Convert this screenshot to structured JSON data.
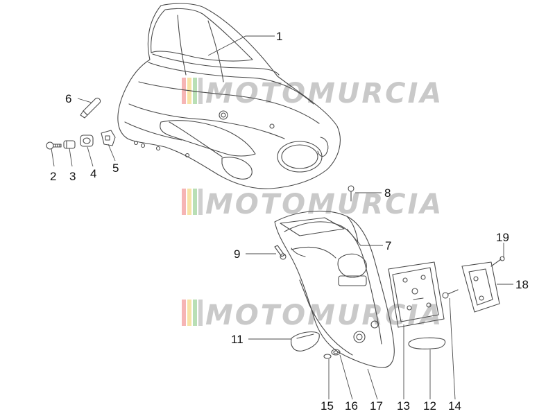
{
  "watermark": {
    "text": "MOTOMURCIA",
    "text_color": "#c9c9c9",
    "stripe_colors": [
      "#f6b5b5",
      "#f7e3a6",
      "#b9dfb5",
      "#cfcfcf"
    ]
  },
  "line_color": "#4a4a4a",
  "callouts": [
    {
      "n": "1"
    },
    {
      "n": "2"
    },
    {
      "n": "3"
    },
    {
      "n": "4"
    },
    {
      "n": "5"
    },
    {
      "n": "6"
    },
    {
      "n": "7"
    },
    {
      "n": "8"
    },
    {
      "n": "9"
    },
    {
      "n": "11"
    },
    {
      "n": "12"
    },
    {
      "n": "13"
    },
    {
      "n": "14"
    },
    {
      "n": "15"
    },
    {
      "n": "16"
    },
    {
      "n": "17"
    },
    {
      "n": "18"
    },
    {
      "n": "19"
    }
  ]
}
